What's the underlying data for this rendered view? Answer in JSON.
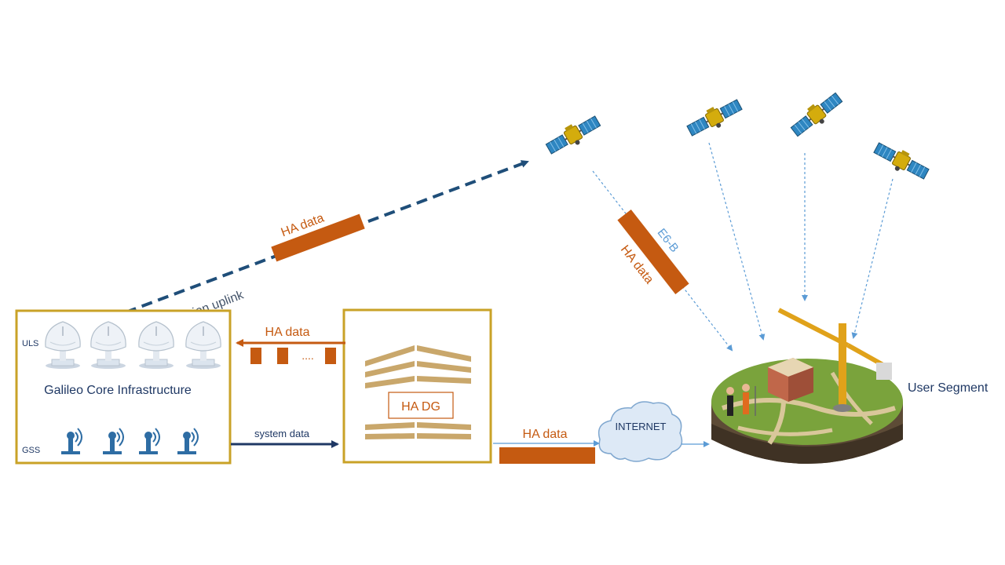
{
  "labels": {
    "mission_uplink": "mission uplink",
    "ha_data_uplink": "HA data",
    "ha_data_core": "HA data",
    "dots": "....",
    "system_data": "system data",
    "uls": "ULS",
    "gss": "GSS",
    "core_title": "Galileo Core Infrastructure",
    "ha_dg": "HA DG",
    "ha_data_internet": "HA data",
    "internet": "INTERNET",
    "e6b": "E6-B",
    "ha_data_signal": "HA data",
    "user_segment": "User Segment"
  },
  "colors": {
    "gold_border": "#c9a227",
    "orange": "#c55a11",
    "navy": "#1f4e79",
    "dark_blue": "#1f3864",
    "light_blue": "#5b9bd5",
    "tan": "#c9a76b"
  },
  "icons": {
    "uplink_station": "satellite-dish-icon",
    "sensor_station": "antenna-icon",
    "satellite": "satellite-icon",
    "cloud": "cloud-icon",
    "user_platform": "construction-site-icon"
  }
}
